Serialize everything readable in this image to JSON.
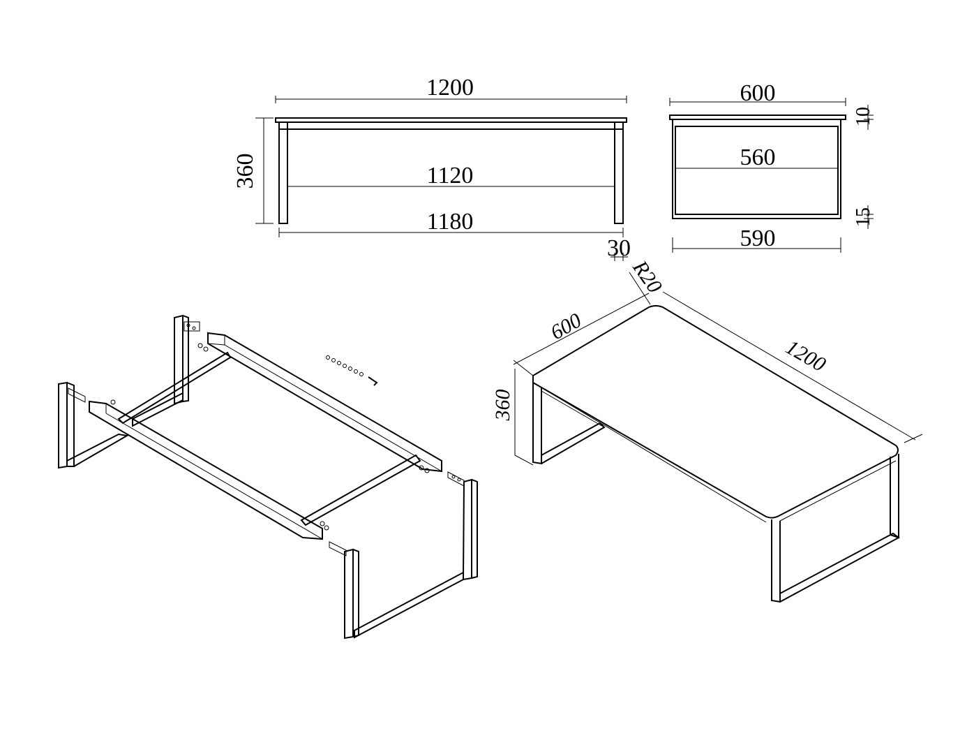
{
  "front_view": {
    "top_width": "1200",
    "height": "360",
    "inner_width": "1120",
    "outer_width": "1180",
    "leg_width": "30"
  },
  "side_view": {
    "top_depth": "600",
    "top_thickness": "10",
    "inner_depth": "560",
    "frame_thickness": "15",
    "outer_depth": "590"
  },
  "iso_view": {
    "corner_radius": "R20",
    "depth": "600",
    "length": "1200",
    "height": "360"
  }
}
